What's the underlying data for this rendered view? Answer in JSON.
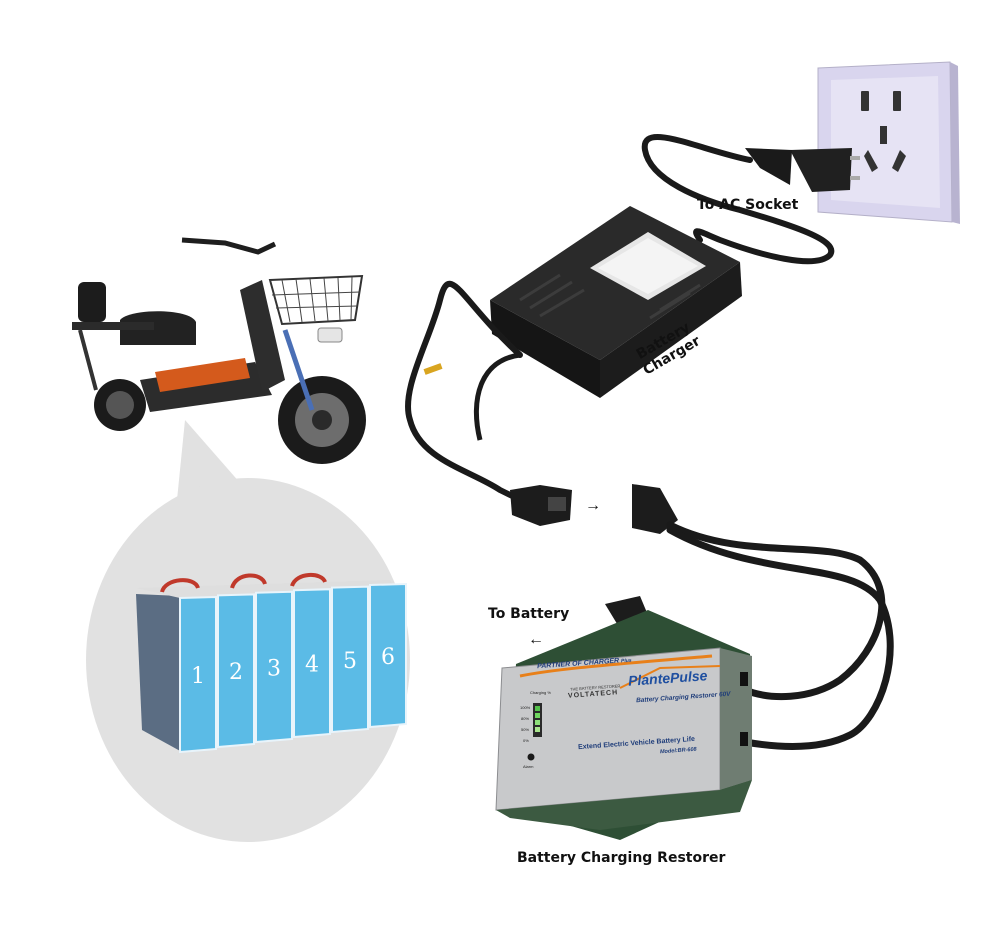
{
  "labels": {
    "ac_socket": "To AC Socket",
    "charger_line1": "Battery",
    "charger_line2": "Charger",
    "to_battery": "To Battery",
    "restorer": "Battery Charging Restorer"
  },
  "restorer_panel": {
    "partner_text": "PARTNER OF CHARGER",
    "partner_plus": "Plus",
    "brand_small": "THE BATTERY RESTORER",
    "brand_voltatech": "VOLTATECH",
    "product_name": "PlantePulse",
    "subtitle": "Battery Charging Restorer 60V",
    "charging_label": "Charging %",
    "level_100": "100%",
    "level_80": "80%",
    "level_50": "50%",
    "level_0": "0%",
    "alarm": "Alarm",
    "tagline": "Extend Electric Vehicle Battery Life",
    "model": "Model:BR-608"
  },
  "battery_cells": [
    "1",
    "2",
    "3",
    "4",
    "5",
    "6"
  ],
  "colors": {
    "cell_blue": "#5bbbe6",
    "panel_silver": "#c9cacc",
    "panel_orange": "#e8801a",
    "charger_black": "#1e1e1e",
    "bubble_gray": "#e1e1e1",
    "socket_lavender": "#dcd8ef"
  }
}
